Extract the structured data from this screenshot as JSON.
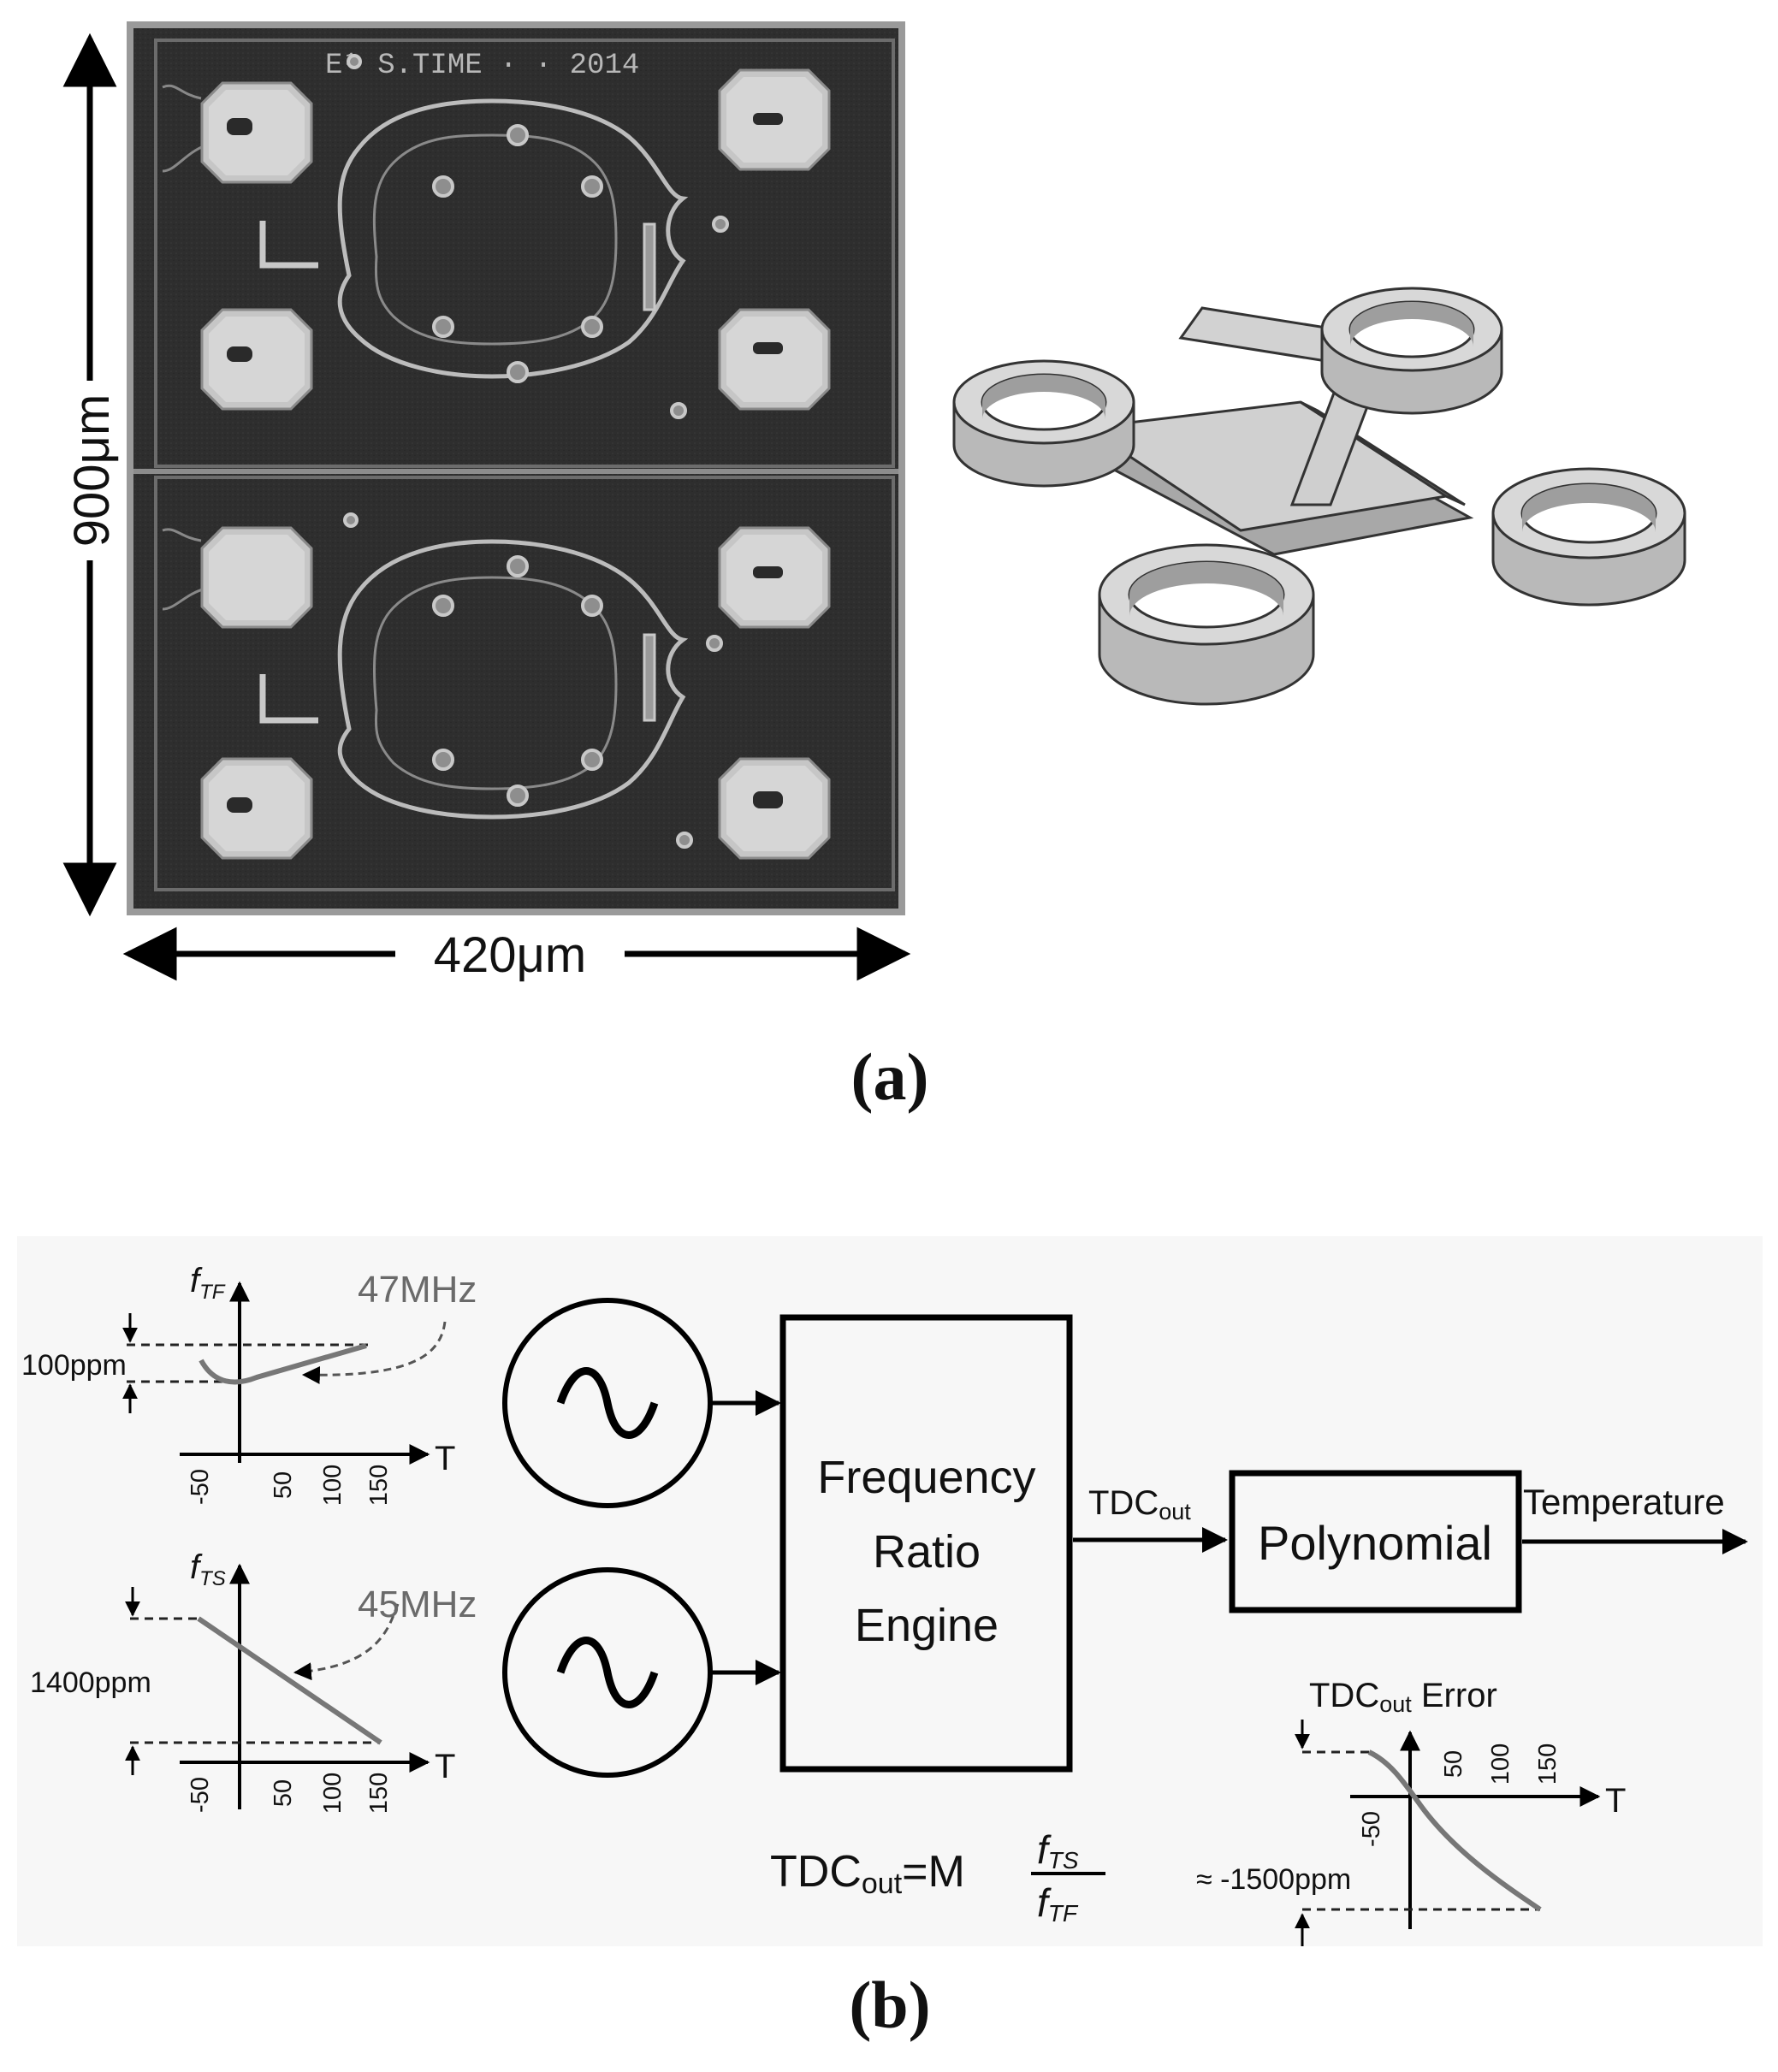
{
  "panel_a": {
    "label": "(a)",
    "height_dim": "900μm",
    "width_dim": "420μm",
    "die_marking": "E¹   S.TIME · · 2014"
  },
  "panel_b": {
    "label": "(b)",
    "tf_plot": {
      "axis_name": "f",
      "axis_sub": "TF",
      "freq": "47MHz",
      "span": "100ppm",
      "x_axis": "T",
      "ticks": [
        "-50",
        "50",
        "100",
        "150"
      ]
    },
    "ts_plot": {
      "axis_name": "f",
      "axis_sub": "TS",
      "freq": "45MHz",
      "span": "1400ppm",
      "x_axis": "T",
      "ticks": [
        "-50",
        "50",
        "100",
        "150"
      ]
    },
    "engine": [
      "Frequency",
      "Ratio",
      "Engine"
    ],
    "tdc_out": {
      "main": "TDC",
      "sub": "out"
    },
    "polynomial": "Polynomial",
    "temperature": "Temperature",
    "error_plot": {
      "title_rest": " Error",
      "x_axis": "T",
      "ticks": [
        "-50",
        "50",
        "100",
        "150"
      ],
      "span": "≈ -1500ppm"
    },
    "formula": {
      "lhs": "TDC",
      "lhs_sub": "out",
      "mid": "=M",
      "num": "f",
      "num_sub": "TS",
      "den": "f",
      "den_sub": "TF"
    }
  }
}
